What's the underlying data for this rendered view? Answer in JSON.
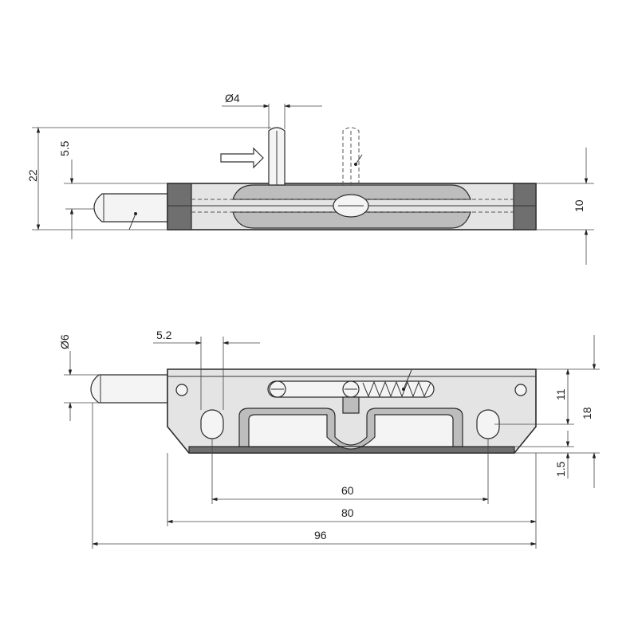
{
  "top_view": {
    "dim_pin_diameter": "Ø4",
    "dim_pin_height": "5.5",
    "dim_overall_height": "22",
    "dim_body_thickness": "10"
  },
  "front_view": {
    "dim_bolt_diameter": "Ø6",
    "dim_slot_width": "5.2",
    "dim_hole_center": "11",
    "dim_body_height": "18",
    "dim_bottom_offset": "1.5",
    "dim_hole_spacing": "60",
    "dim_body_length": "80",
    "dim_overall_length": "96"
  },
  "colors": {
    "body": "#e4e4e4",
    "dark_face": "#6f6f6f",
    "line": "#2a2a2a"
  }
}
